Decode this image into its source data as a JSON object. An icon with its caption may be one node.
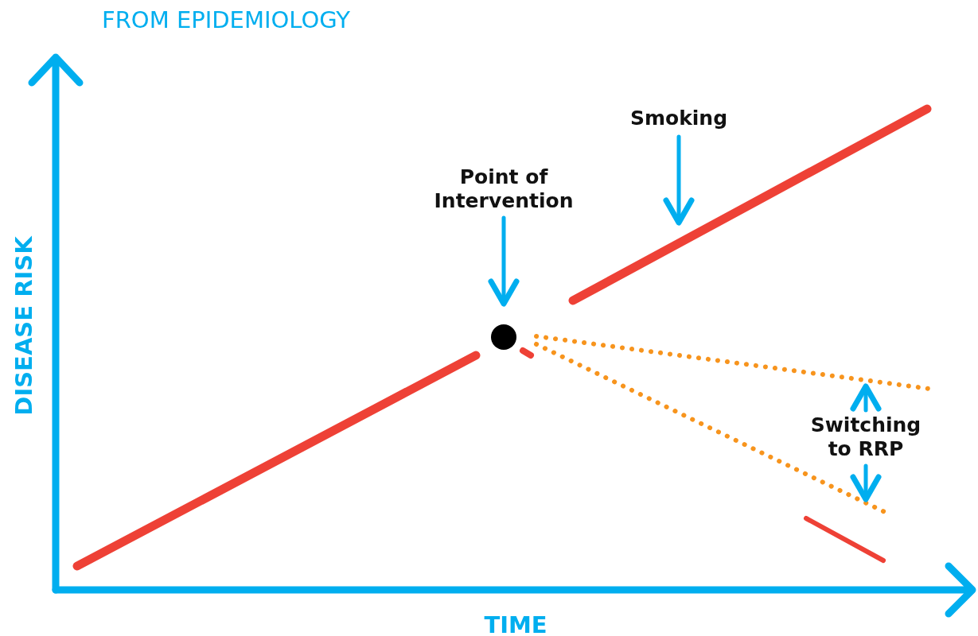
{
  "diagram": {
    "title": "FROM EPIDEMIOLOGY",
    "nodes": [
      {
        "text": [
          "Point of Intervention"
        ]
      },
      {
        "text": [],
        "shape": "circle"
      },
      {
        "text": [
          "Smoking"
        ]
      },
      {
        "text": [
          "Switching to RRP"
        ]
      }
    ],
    "edges": [
      {
        "from": 0,
        "to": 1,
        "arrow": "to"
      },
      {
        "from": 2,
        "to": null,
        "arrow": "to"
      },
      {
        "from": 3,
        "to": null,
        "arrow": "to"
      },
      {
        "from": 3,
        "to": null,
        "arrow": "to"
      }
    ],
    "labels": [
      "DISEASE RISK",
      "TIME"
    ]
  }
}
